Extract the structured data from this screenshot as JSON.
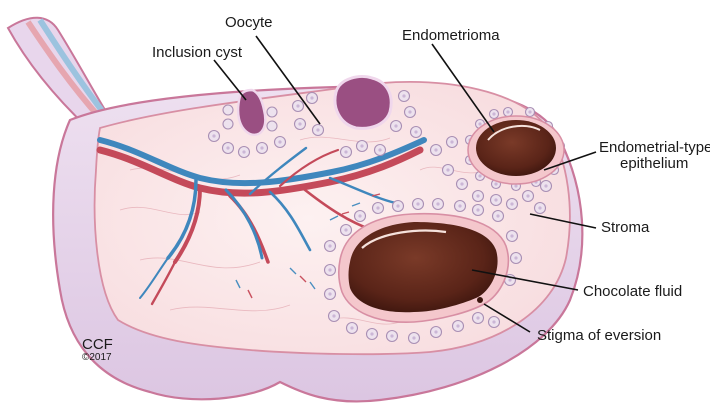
{
  "labels": {
    "oocyte": "Oocyte",
    "inclusion_cyst": "Inclusion cyst",
    "endometrioma": "Endometrioma",
    "endometrial_type_line1": "Endometrial-type",
    "endometrial_type_line2": "epithelium",
    "stroma": "Stroma",
    "chocolate_fluid": "Chocolate fluid",
    "stigma_of_eversion": "Stigma of eversion"
  },
  "credit": {
    "name": "CCF",
    "year": "©2017"
  },
  "colors": {
    "ovary_outer": "#e6d4ea",
    "ovary_edge": "#c9779a",
    "cortex": "#fbe6e8",
    "artery": "#c44a5a",
    "vein": "#3f87bd",
    "cyst_fluid": "#5a2418",
    "inclusion_cyst_fill": "#9a4f82"
  }
}
